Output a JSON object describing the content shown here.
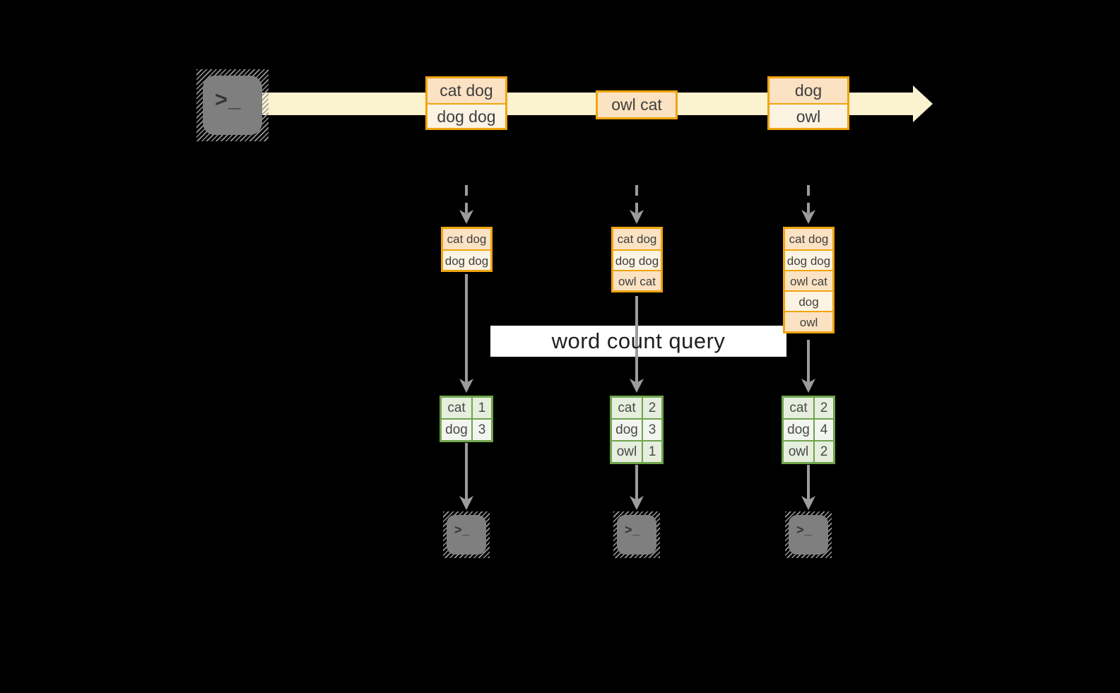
{
  "query_label": "word count query",
  "terminal_glyph": ">_",
  "stream": {
    "events": [
      {
        "lines": [
          "cat dog",
          "dog dog"
        ]
      },
      {
        "lines": [
          "owl cat"
        ]
      },
      {
        "lines": [
          "dog",
          "owl"
        ]
      }
    ]
  },
  "columns": [
    {
      "state_lines": [
        "cat dog",
        "dog dog"
      ],
      "counts": [
        [
          "cat",
          "1"
        ],
        [
          "dog",
          "3"
        ]
      ]
    },
    {
      "state_lines": [
        "cat dog",
        "dog dog",
        "owl cat"
      ],
      "counts": [
        [
          "cat",
          "2"
        ],
        [
          "dog",
          "3"
        ],
        [
          "owl",
          "1"
        ]
      ]
    },
    {
      "state_lines": [
        "cat dog",
        "dog dog",
        "owl cat",
        "dog",
        "owl"
      ],
      "counts": [
        [
          "cat",
          "2"
        ],
        [
          "dog",
          "4"
        ],
        [
          "owl",
          "2"
        ]
      ]
    }
  ],
  "colors": {
    "background": "#000000",
    "stream-fill": "#FBF2CF",
    "event-border": "#F0A50F",
    "event-fill-dark": "#FBE2C2",
    "event-fill-light": "#FDF3E3",
    "table-border": "#6FA44C",
    "table-fill-dark": "#E6EEDD",
    "table-fill-light": "#F3F6EF",
    "arrow-gray": "#9C9C9C",
    "terminal-gray": "#7F7F7F",
    "text-dark": "#3F3F3F",
    "query-bg": "#FFFFFF",
    "query-text": "#1F1F1F"
  }
}
